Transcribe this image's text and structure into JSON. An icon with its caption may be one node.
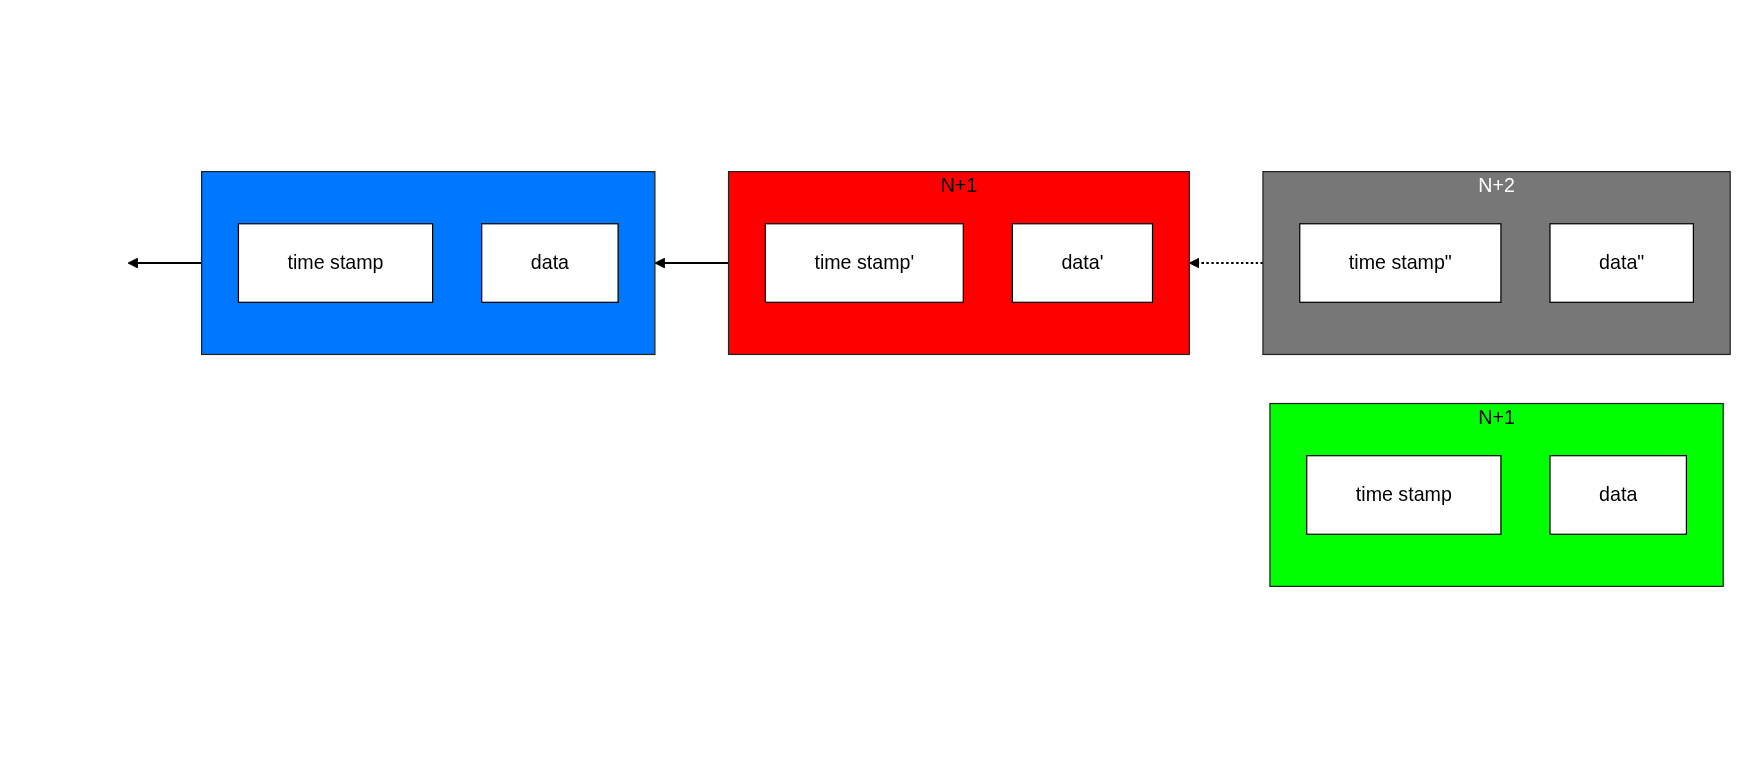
{
  "diagram": {
    "nodes": [
      {
        "text": [],
        "shape": "box"
      },
      {
        "text": [
          "time stamp"
        ],
        "in": 0
      },
      {
        "text": [
          "data"
        ],
        "in": 0
      },
      {
        "text": [
          "N+1"
        ]
      },
      {
        "text": [
          "time stamp"
        ],
        "in": 3
      },
      {
        "text": [
          "data"
        ],
        "in": 3
      },
      {
        "text": [
          "N+1"
        ]
      },
      {
        "text": [
          "time stamp'"
        ],
        "in": 6
      },
      {
        "text": [
          "data'"
        ],
        "in": 6
      },
      {
        "text": [
          "N+2"
        ]
      },
      {
        "text": [
          "time stamp\""
        ],
        "in": 9
      },
      {
        "text": [
          "data\""
        ],
        "in": 9
      }
    ],
    "edges": [
      {
        "from": 0,
        "to": null,
        "arrow": "to"
      },
      {
        "from": 6,
        "to": 0,
        "arrow": "to"
      },
      {
        "from": 9,
        "to": 6,
        "arrow": "to",
        "style": "dashed"
      }
    ]
  }
}
